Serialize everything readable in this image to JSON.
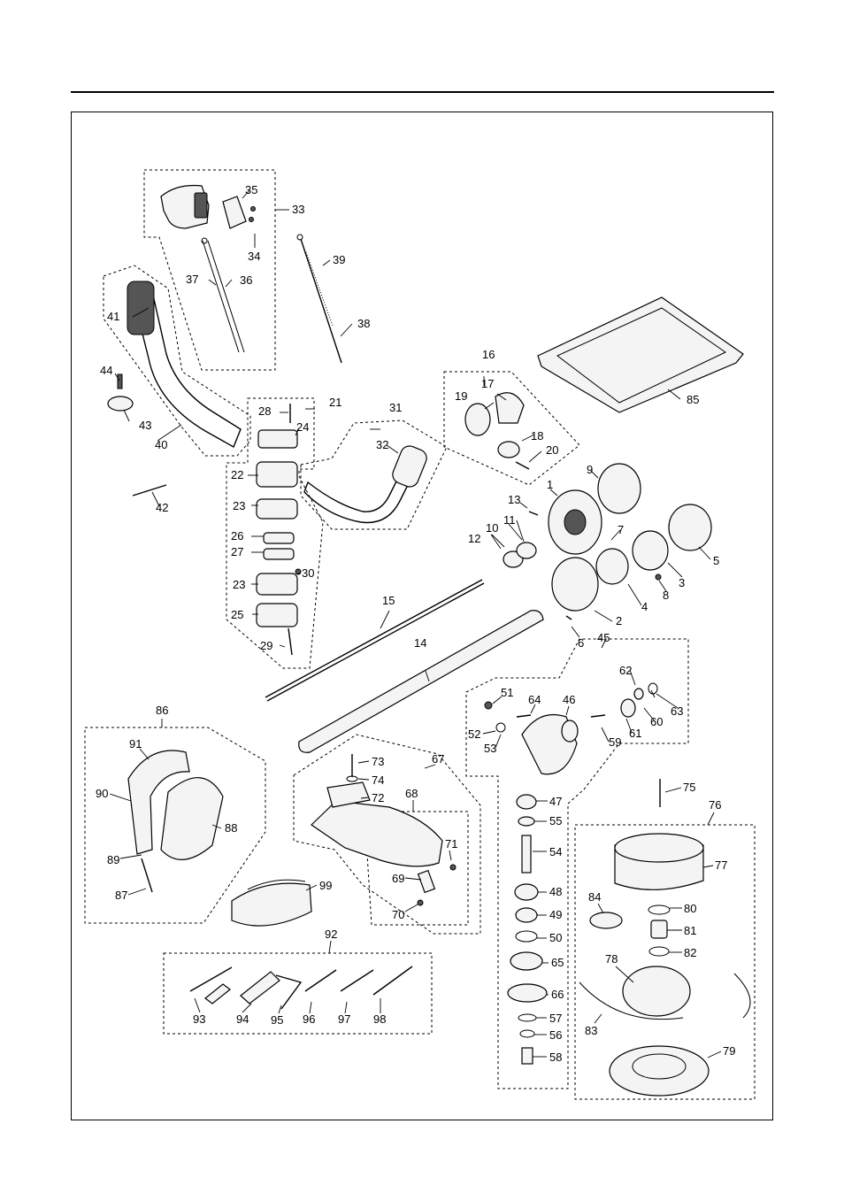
{
  "part_numbers": {
    "p1": "1",
    "p2": "2",
    "p3": "3",
    "p4": "4",
    "p5": "5",
    "p6": "6",
    "p7": "7",
    "p8": "8",
    "p9": "9",
    "p10": "10",
    "p11": "11",
    "p12": "12",
    "p13": "13",
    "p14": "14",
    "p15": "15",
    "p16": "16",
    "p17": "17",
    "p18": "18",
    "p19": "19",
    "p20": "20",
    "p21": "21",
    "p22": "22",
    "p23a": "23",
    "p23b": "23",
    "p24": "24",
    "p25": "25",
    "p26": "26",
    "p27": "27",
    "p28": "28",
    "p29": "29",
    "p30": "30",
    "p31": "31",
    "p32": "32",
    "p33": "33",
    "p34": "34",
    "p35": "35",
    "p36": "36",
    "p37": "37",
    "p38": "38",
    "p39": "39",
    "p40": "40",
    "p41": "41",
    "p42": "42",
    "p43": "43",
    "p44": "44",
    "p45": "45",
    "p46": "46",
    "p47": "47",
    "p48": "48",
    "p49": "49",
    "p50": "50",
    "p51": "51",
    "p52": "52",
    "p53": "53",
    "p54": "54",
    "p55": "55",
    "p56": "56",
    "p57": "57",
    "p58": "58",
    "p59": "59",
    "p60": "60",
    "p61": "61",
    "p62": "62",
    "p63": "63",
    "p64": "64",
    "p65": "65",
    "p66": "66",
    "p67": "67",
    "p68": "68",
    "p69": "69",
    "p70": "70",
    "p71": "71",
    "p72": "72",
    "p73": "73",
    "p74": "74",
    "p75": "75",
    "p76": "76",
    "p77": "77",
    "p78": "78",
    "p79": "79",
    "p80": "80",
    "p81": "81",
    "p82": "82",
    "p83": "83",
    "p84": "84",
    "p85": "85",
    "p86": "86",
    "p87": "87",
    "p88": "88",
    "p89": "89",
    "p90": "90",
    "p91": "91",
    "p92": "92",
    "p93": "93",
    "p94": "94",
    "p95": "95",
    "p96": "96",
    "p97": "97",
    "p98": "98",
    "p99": "99"
  }
}
